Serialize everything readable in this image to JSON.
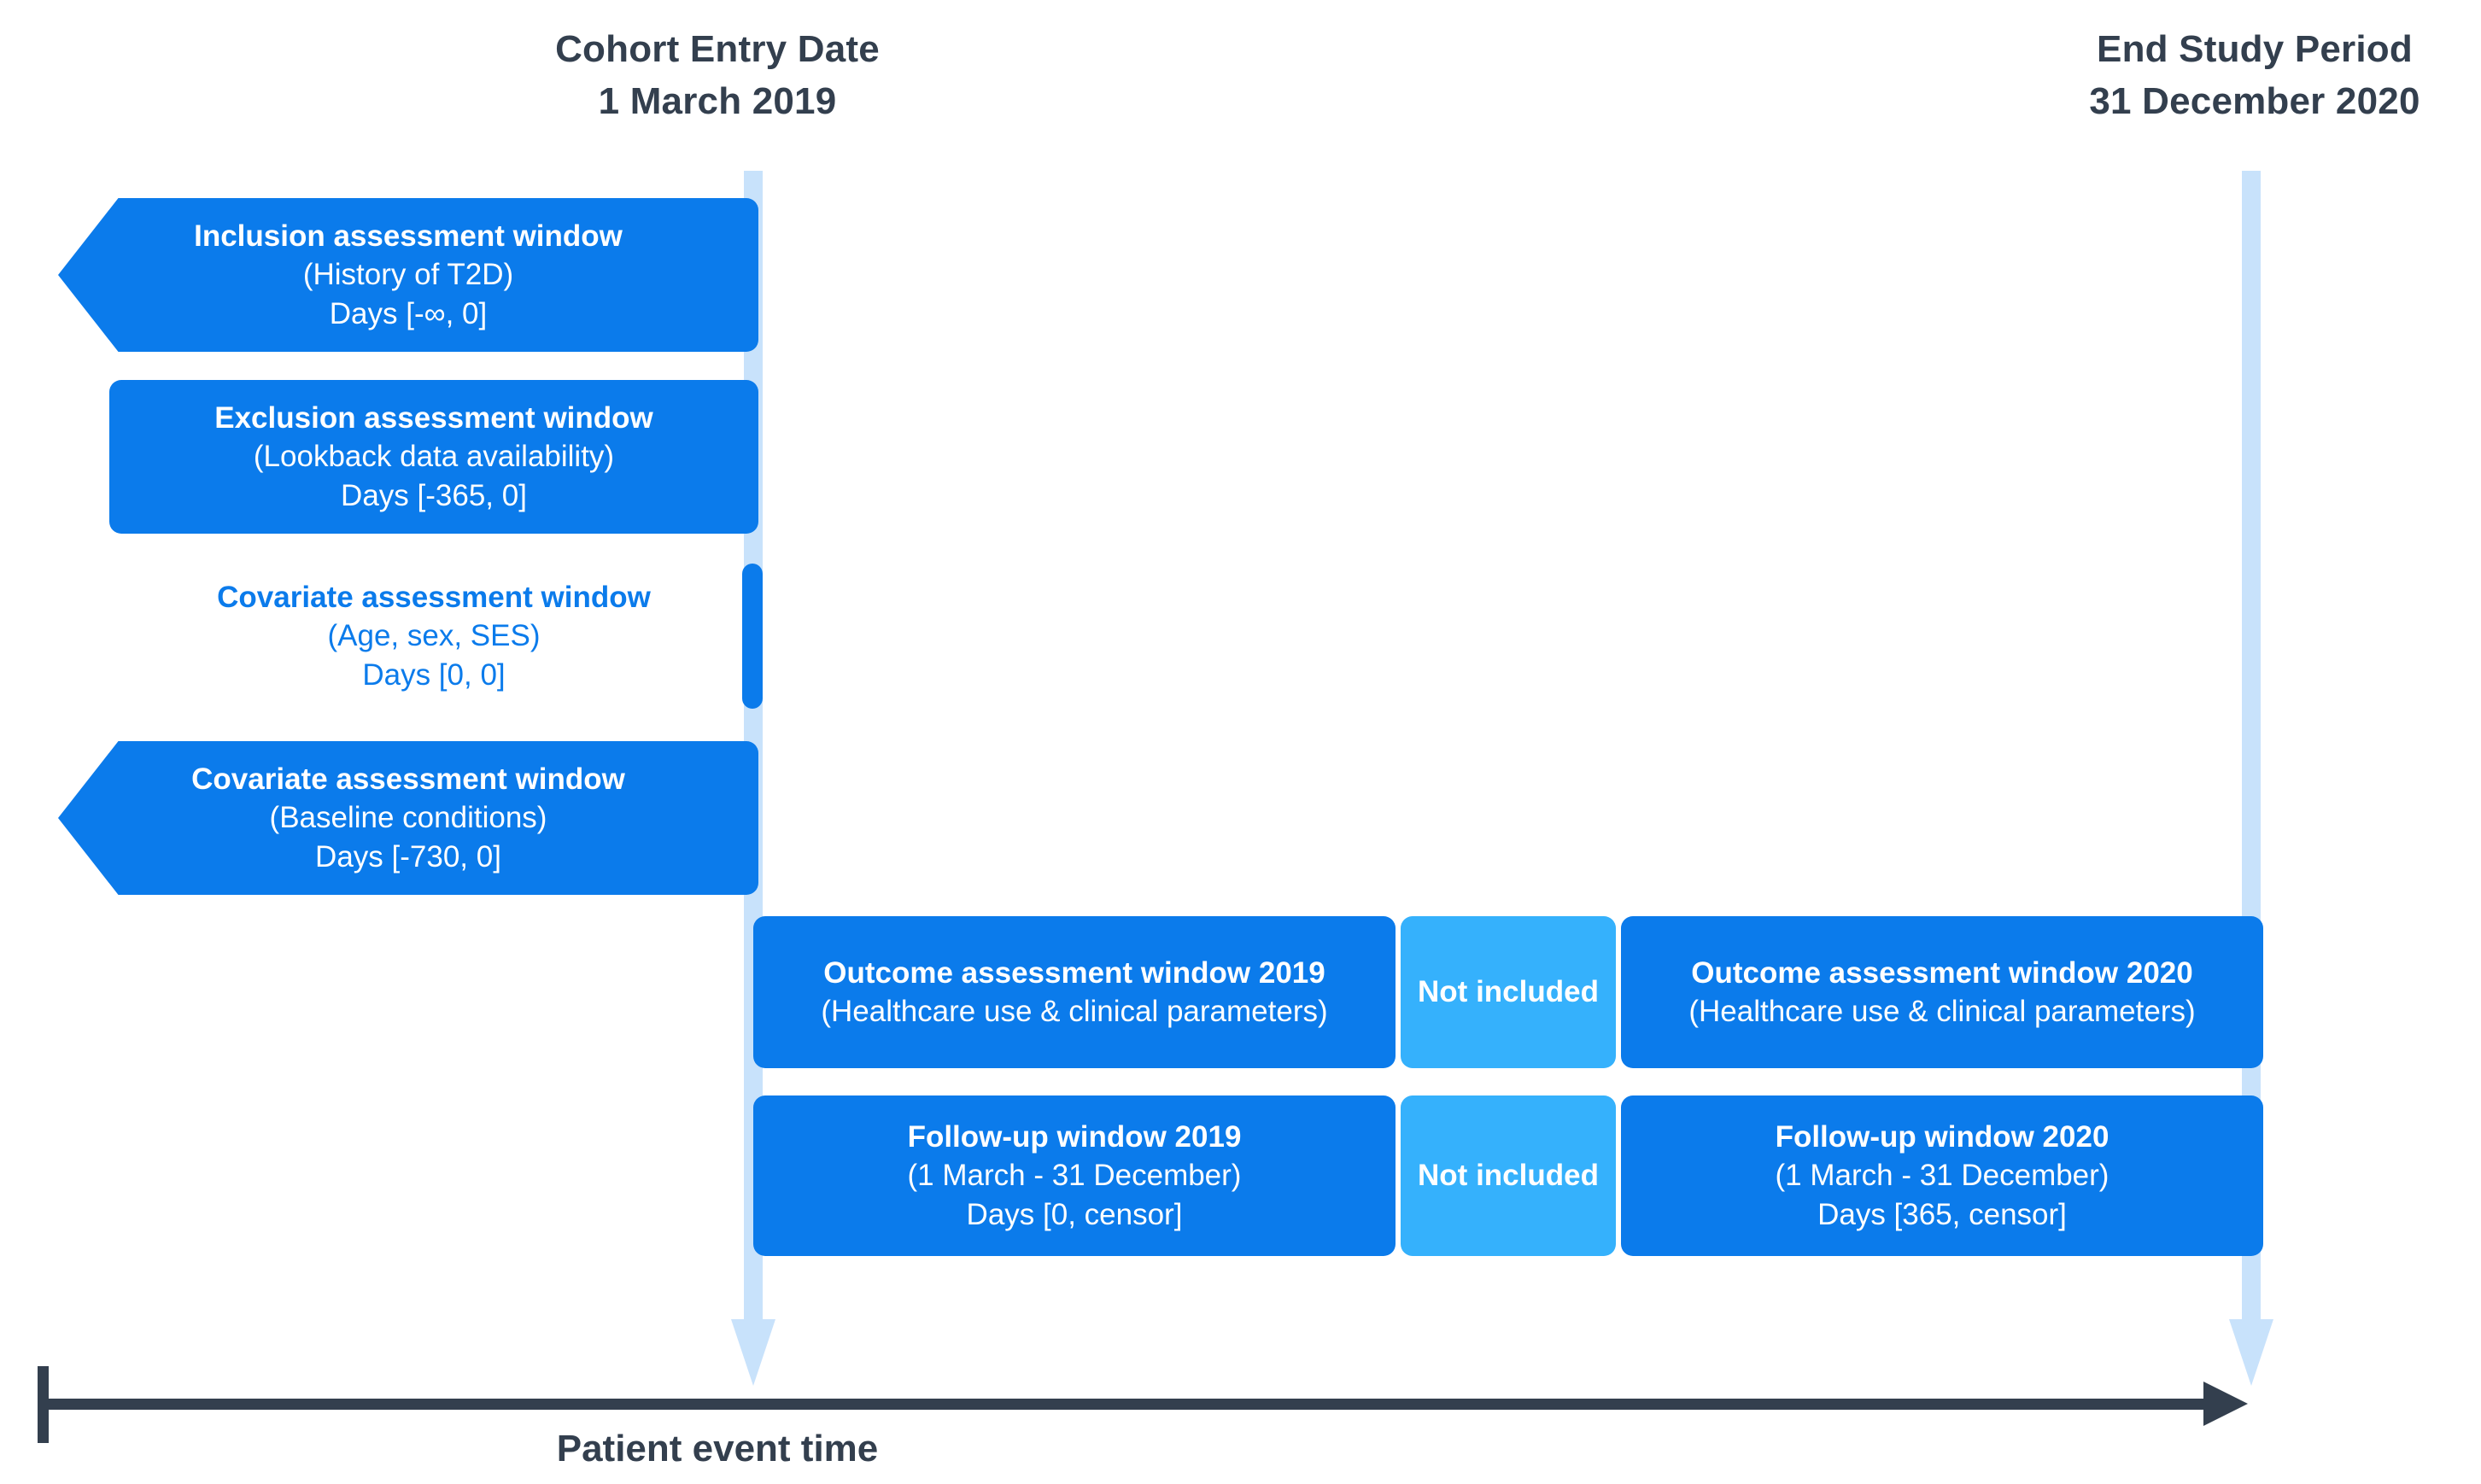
{
  "figure": {
    "title_left": {
      "line1": "Cohort Entry Date",
      "line2": "1 March 2019"
    },
    "title_right": {
      "line1": "End Study Period",
      "line2": "31 December 2020"
    },
    "axis_label": "Patient event time"
  },
  "colors": {
    "primary_blue": "#0B7BEB",
    "light_blue": "#35B1FC",
    "pale_blue_line": "#C8E2FB",
    "dark_slate": "#333F4E",
    "background": "#FFFFFF"
  },
  "windows": [
    {
      "id": "inclusion",
      "line1": "Inclusion assessment window",
      "line2": "(History of T2D)",
      "line3": "Days [-∞, 0]",
      "shape": "left-arrow",
      "fill": "primary"
    },
    {
      "id": "exclusion",
      "line1": "Exclusion assessment window",
      "line2": "(Lookback data availability)",
      "line3": "Days [-365, 0]",
      "shape": "rect",
      "fill": "primary"
    },
    {
      "id": "covariate-point",
      "line1": "Covariate assessment window",
      "line2": "(Age, sex, SES)",
      "line3": "Days [0, 0]",
      "shape": "text-only",
      "fill": "none"
    },
    {
      "id": "covariate-baseline",
      "line1": "Covariate assessment window",
      "line2": "(Baseline conditions)",
      "line3": "Days [-730, 0]",
      "shape": "left-arrow",
      "fill": "primary"
    }
  ],
  "outcome_row": {
    "segment_2019": {
      "line1": "Outcome assessment window 2019",
      "line2": "(Healthcare use & clinical parameters)"
    },
    "gap": {
      "label": "Not included"
    },
    "segment_2020": {
      "line1": "Outcome assessment window 2020",
      "line2": "(Healthcare use & clinical parameters)"
    }
  },
  "followup_row": {
    "segment_2019": {
      "line1": "Follow-up window 2019",
      "line2": "(1 March - 31 December)",
      "line3": "Days [0, censor]"
    },
    "gap": {
      "label": "Not included"
    },
    "segment_2020": {
      "line1": "Follow-up window 2020",
      "line2": "(1 March - 31 December)",
      "line3": "Days [365, censor]"
    }
  }
}
